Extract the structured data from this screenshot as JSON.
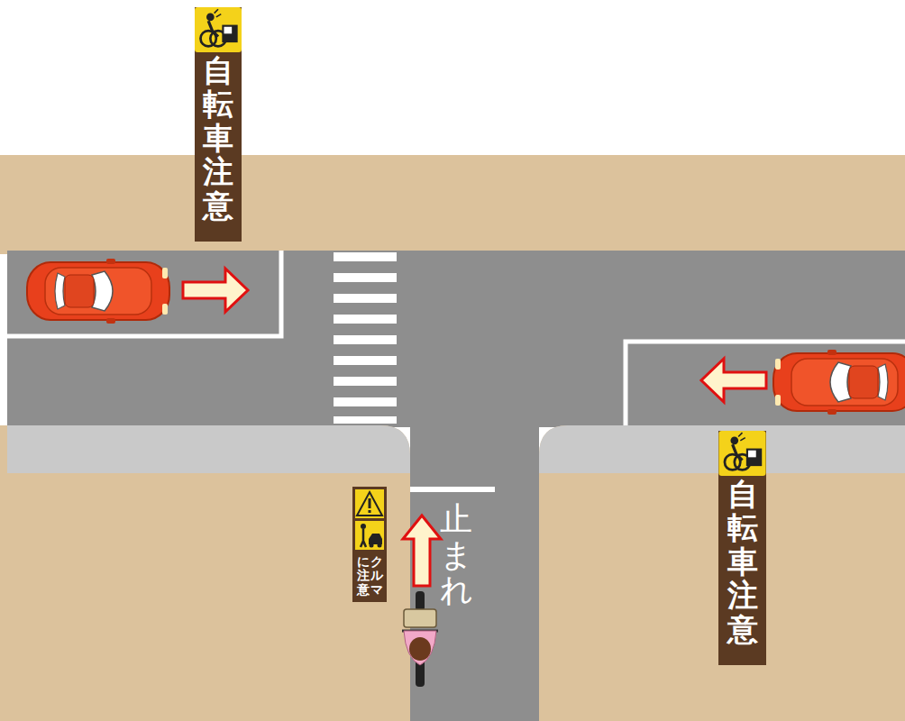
{
  "diagram": {
    "nodes": [
      {
        "text": [
          "自転車注意"
        ]
      },
      {
        "text": [
          "クルマ",
          "に注意"
        ]
      },
      {
        "text": [
          "自転車注意"
        ]
      }
    ],
    "labels": [
      "止まれ"
    ]
  }
}
